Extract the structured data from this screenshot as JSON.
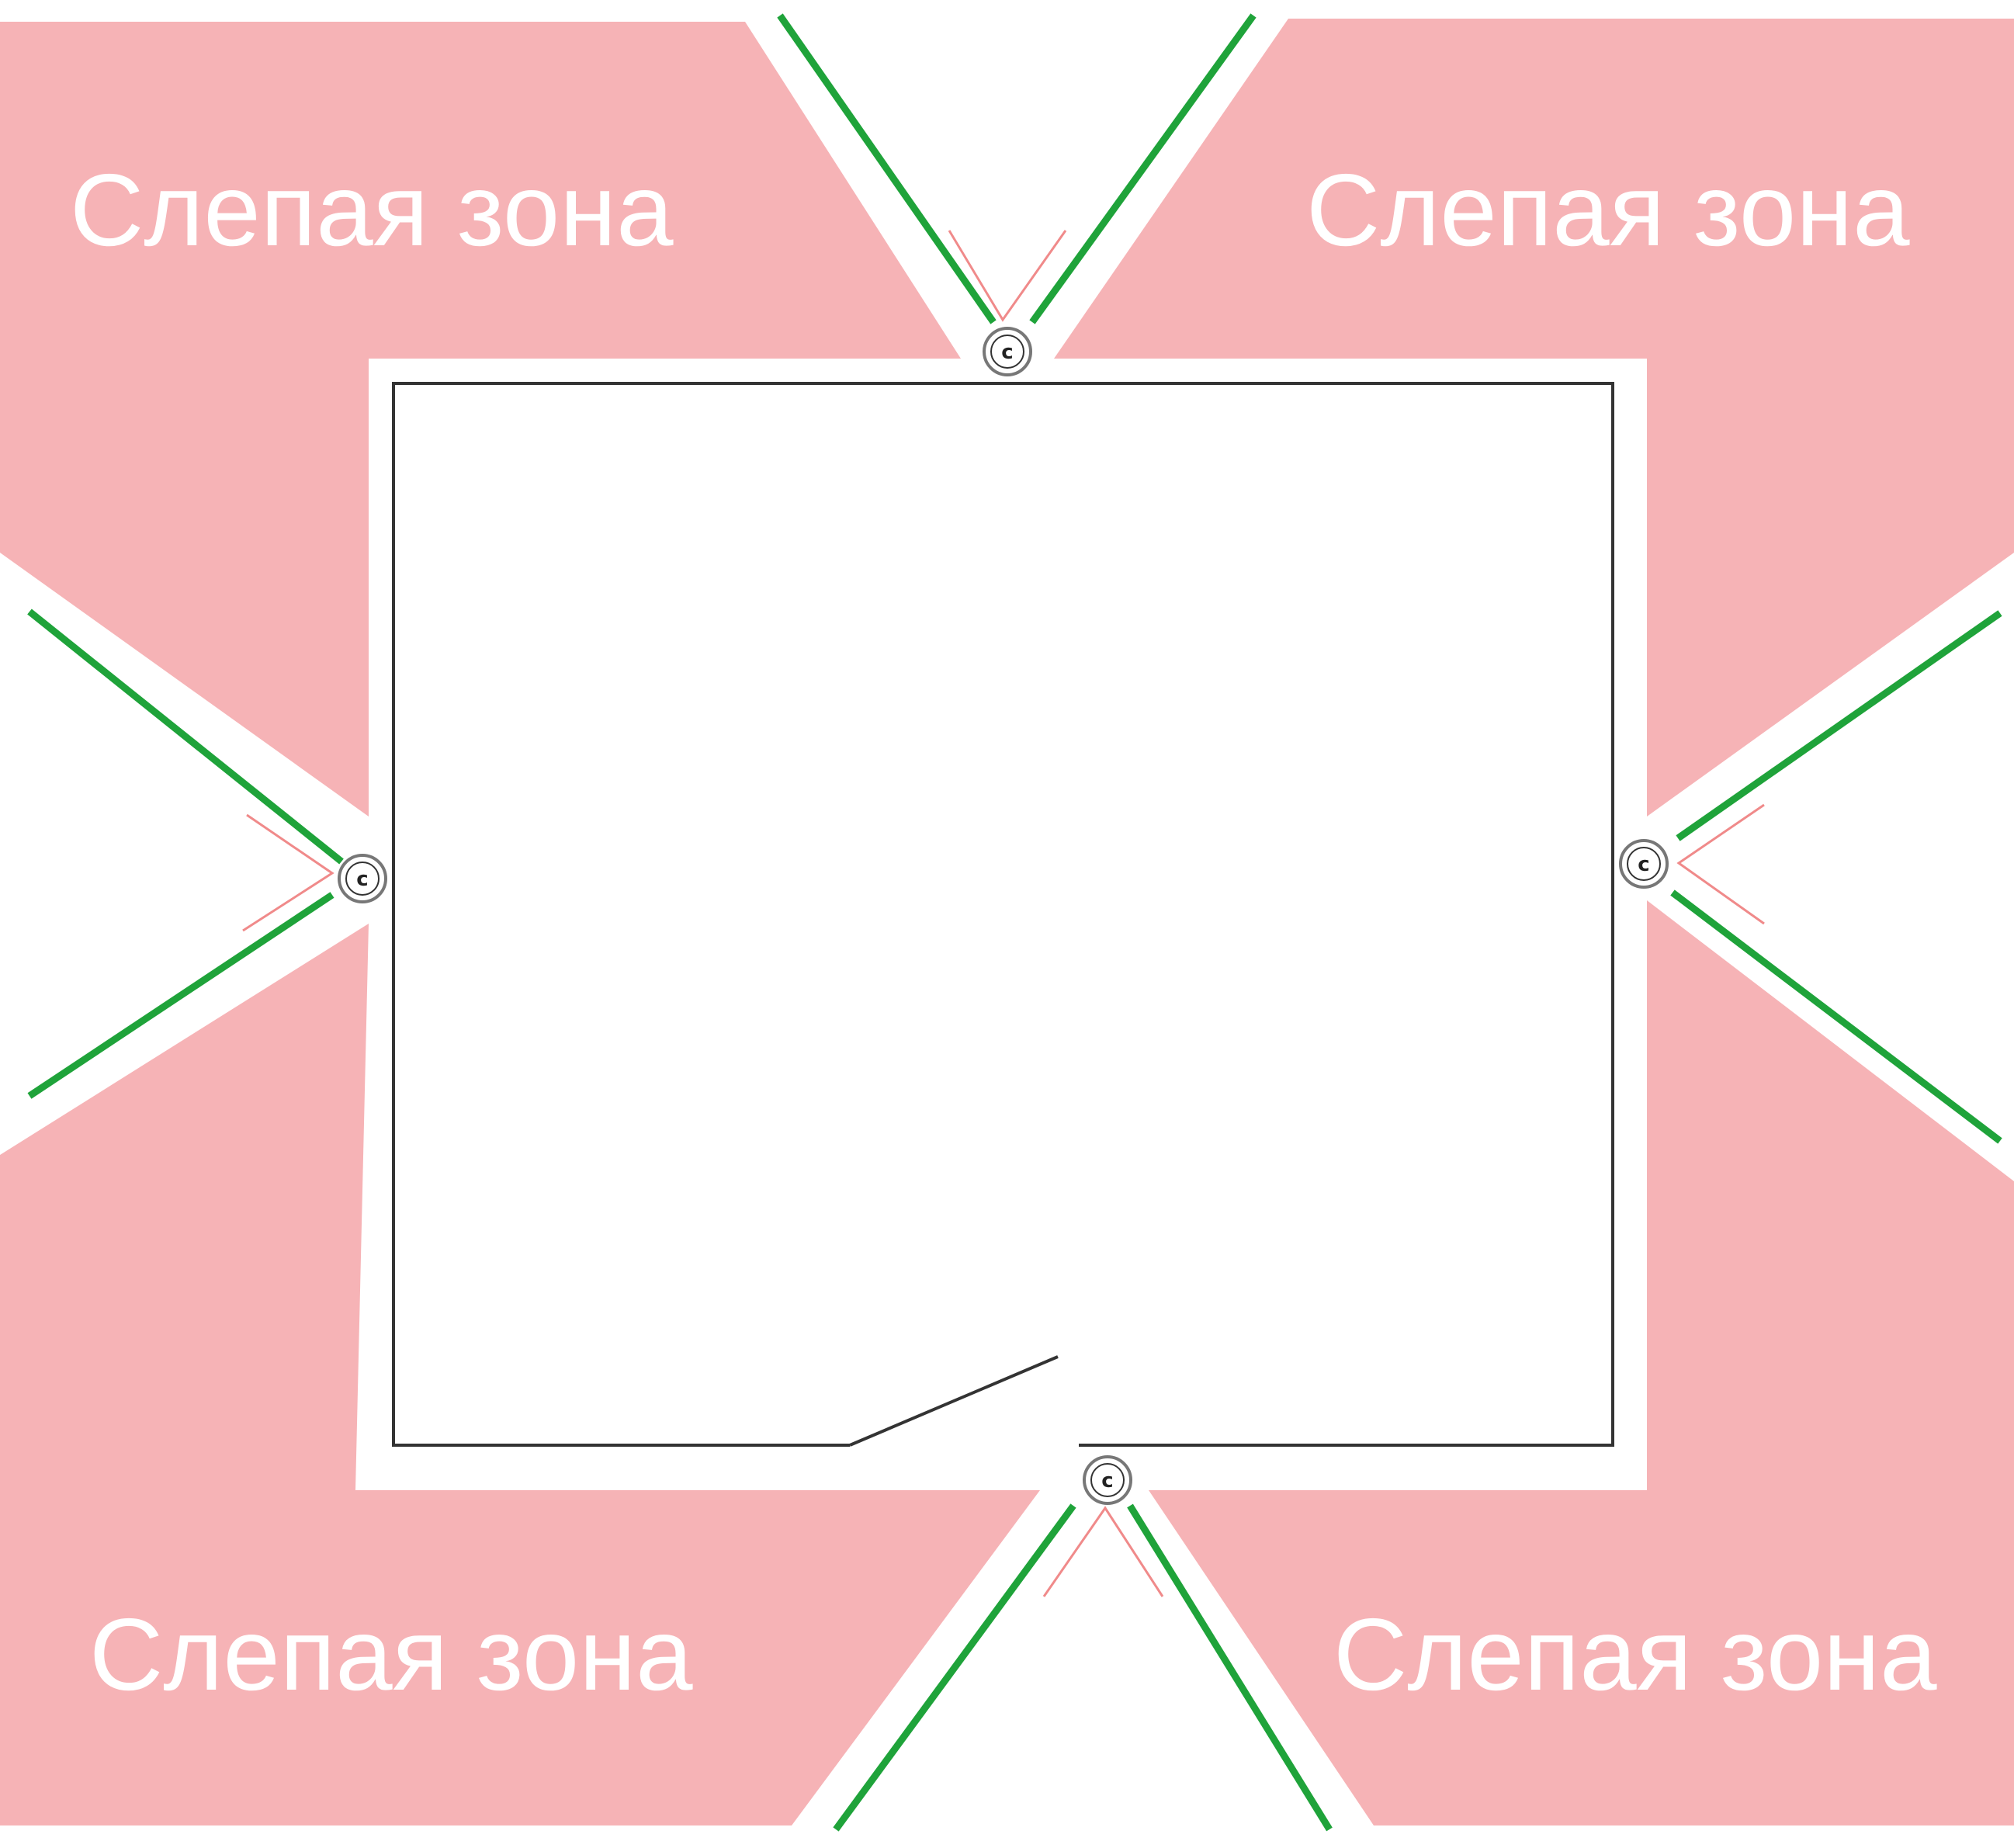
{
  "colors": {
    "background": "#ffffff",
    "blind_zone": "#f6b3b6",
    "coverage_line": "#1fa33a",
    "near_line": "#f08a8a",
    "wall": "#333333",
    "label": "#ffffff"
  },
  "labels": {
    "top_left": "Слепая зона",
    "top_right": "Слепая зона",
    "bottom_left": "Слепая зона",
    "bottom_right": "Слепая зона"
  },
  "cameras": {
    "top": {
      "letter": "c",
      "icon": "camera-icon"
    },
    "left": {
      "letter": "c",
      "icon": "camera-icon"
    },
    "right": {
      "letter": "c",
      "icon": "camera-icon"
    },
    "bottom": {
      "letter": "c",
      "icon": "camera-icon"
    }
  }
}
